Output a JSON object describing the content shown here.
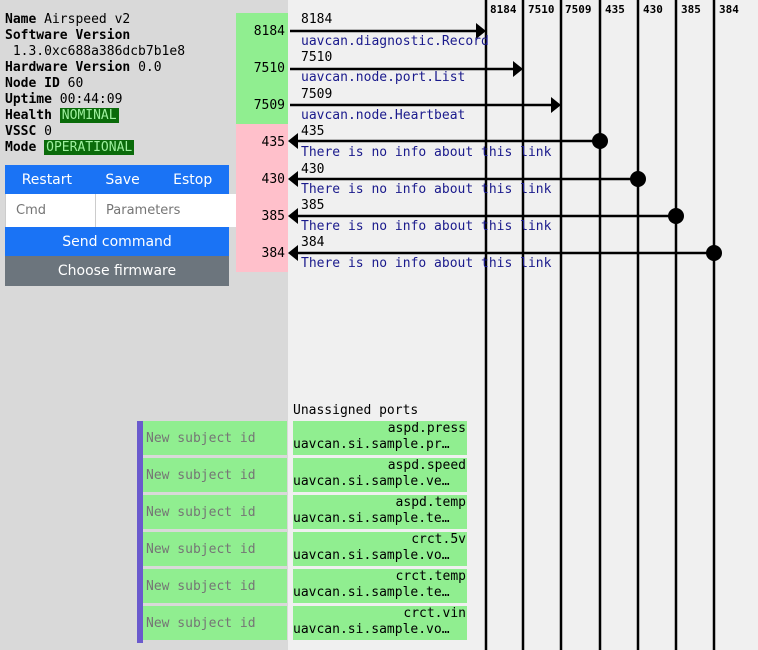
{
  "node": {
    "name_label": "Name",
    "name": "Airspeed v2",
    "sw_label": "Software Version",
    "sw": "1.3.0xc688a386dcb7b1e8",
    "hw_label": "Hardware Version",
    "hw": "0.0",
    "id_label": "Node ID",
    "id": "60",
    "uptime_label": "Uptime",
    "uptime": "00:44:09",
    "health_label": "Health",
    "health": "NOMINAL",
    "vssc_label": "VSSC",
    "vssc": "0",
    "mode_label": "Mode",
    "mode": "OPERATIONAL"
  },
  "controls": {
    "restart": "Restart",
    "save": "Save",
    "estop": "Estop",
    "cmd_placeholder": "Cmd",
    "params_placeholder": "Parameters",
    "send": "Send command",
    "firmware": "Choose firmware"
  },
  "header_ports": [
    "8184",
    "7510",
    "7509",
    "435",
    "430",
    "385",
    "384"
  ],
  "links": [
    {
      "port": "8184",
      "kind": "publish",
      "id_text": "8184",
      "desc": "uavcan.diagnostic.Record"
    },
    {
      "port": "7510",
      "kind": "publish",
      "id_text": "7510",
      "desc": "uavcan.node.port.List"
    },
    {
      "port": "7509",
      "kind": "publish",
      "id_text": "7509",
      "desc": "uavcan.node.Heartbeat"
    },
    {
      "port": "435",
      "kind": "subscribe",
      "id_text": "435",
      "desc": "There is no info about this link"
    },
    {
      "port": "430",
      "kind": "subscribe",
      "id_text": "430",
      "desc": "There is no info about this link"
    },
    {
      "port": "385",
      "kind": "subscribe",
      "id_text": "385",
      "desc": "There is no info about this link"
    },
    {
      "port": "384",
      "kind": "subscribe",
      "id_text": "384",
      "desc": "There is no info about this link"
    }
  ],
  "unassigned": {
    "title": "Unassigned ports",
    "placeholder": "New subject id",
    "items": [
      {
        "name": "aspd.press",
        "type": "uavcan.si.sample.pr…"
      },
      {
        "name": "aspd.speed",
        "type": "uavcan.si.sample.ve…"
      },
      {
        "name": "aspd.temp",
        "type": "uavcan.si.sample.te…"
      },
      {
        "name": "crct.5v",
        "type": "uavcan.si.sample.vo…"
      },
      {
        "name": "crct.temp",
        "type": "uavcan.si.sample.te…"
      },
      {
        "name": "crct.vin",
        "type": "uavcan.si.sample.vo…"
      }
    ]
  }
}
